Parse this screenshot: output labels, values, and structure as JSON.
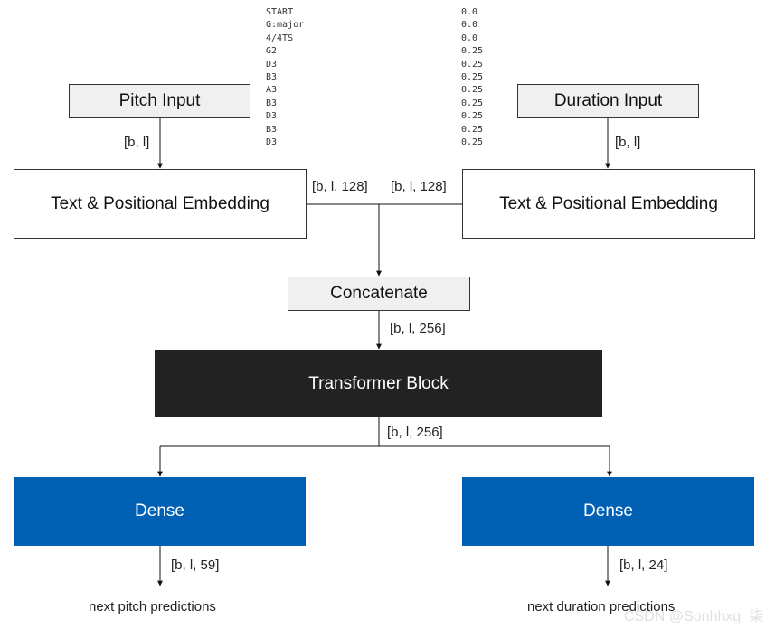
{
  "tokens": [
    {
      "note": "START",
      "duration": "0.0"
    },
    {
      "note": "G:major",
      "duration": "0.0"
    },
    {
      "note": "4/4TS",
      "duration": "0.0"
    },
    {
      "note": "G2",
      "duration": "0.25"
    },
    {
      "note": "D3",
      "duration": "0.25"
    },
    {
      "note": "B3",
      "duration": "0.25"
    },
    {
      "note": "A3",
      "duration": "0.25"
    },
    {
      "note": "B3",
      "duration": "0.25"
    },
    {
      "note": "D3",
      "duration": "0.25"
    },
    {
      "note": "B3",
      "duration": "0.25"
    },
    {
      "note": "D3",
      "duration": "0.25"
    }
  ],
  "nodes": {
    "pitch_input": "Pitch Input",
    "duration_input": "Duration Input",
    "pitch_embedding": "Text & Positional Embedding",
    "duration_embedding": "Text & Positional Embedding",
    "concatenate": "Concatenate",
    "transformer": "Transformer Block",
    "pitch_dense": "Dense",
    "duration_dense": "Dense"
  },
  "edges": {
    "pitch_input_shape": "[b, l]",
    "duration_input_shape": "[b, l]",
    "pitch_embed_shape": "[b, l, 128]",
    "duration_embed_shape": "[b, l, 128]",
    "concat_shape": "[b, l, 256]",
    "transformer_shape": "[b, l, 256]",
    "pitch_dense_shape": "[b, l, 59]",
    "duration_dense_shape": "[b, l, 24]"
  },
  "outputs": {
    "pitch": "next pitch predictions",
    "duration": "next duration predictions"
  },
  "colors": {
    "dense": "#0060b4",
    "transformer": "#222222",
    "input_fill": "#f0f0f0"
  },
  "watermark": "CSDN @Sonhhxg_柒"
}
